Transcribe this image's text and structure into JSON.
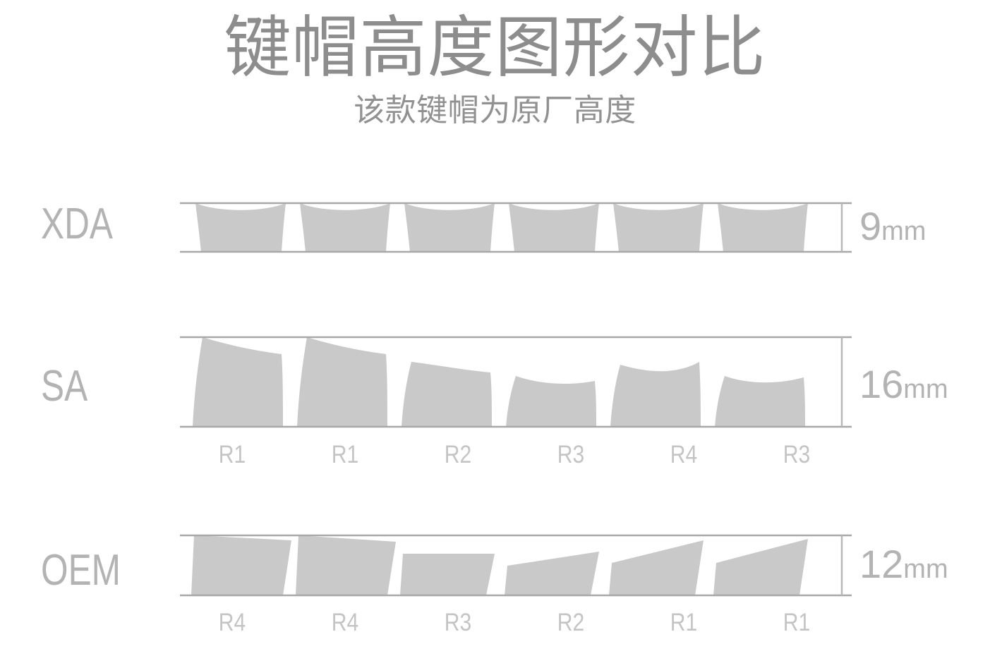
{
  "header": {
    "title": "键帽高度图形对比",
    "subtitle": "该款键帽为原厂高度"
  },
  "colors": {
    "keycap_fill": "#c9c9c9",
    "rule_line": "#a8a8a8",
    "title_text": "#8d8d8d",
    "label_text": "#b3b3b3",
    "row_label_text": "#c4c4c4",
    "background": "#ffffff"
  },
  "rows": [
    {
      "name": "XDA",
      "height_value": "9",
      "height_unit": "mm",
      "keys": [],
      "key_count": 6,
      "dish": "spherical-uniform"
    },
    {
      "name": "SA",
      "height_value": "16",
      "height_unit": "mm",
      "keys": [
        "R1",
        "R1",
        "R2",
        "R3",
        "R4",
        "R3"
      ],
      "key_count": 6,
      "dish": "spherical-sculpted"
    },
    {
      "name": "OEM",
      "height_value": "12",
      "height_unit": "mm",
      "keys": [
        "R4",
        "R4",
        "R3",
        "R2",
        "R1",
        "R1"
      ],
      "key_count": 6,
      "dish": "cylindrical-sculpted"
    }
  ]
}
